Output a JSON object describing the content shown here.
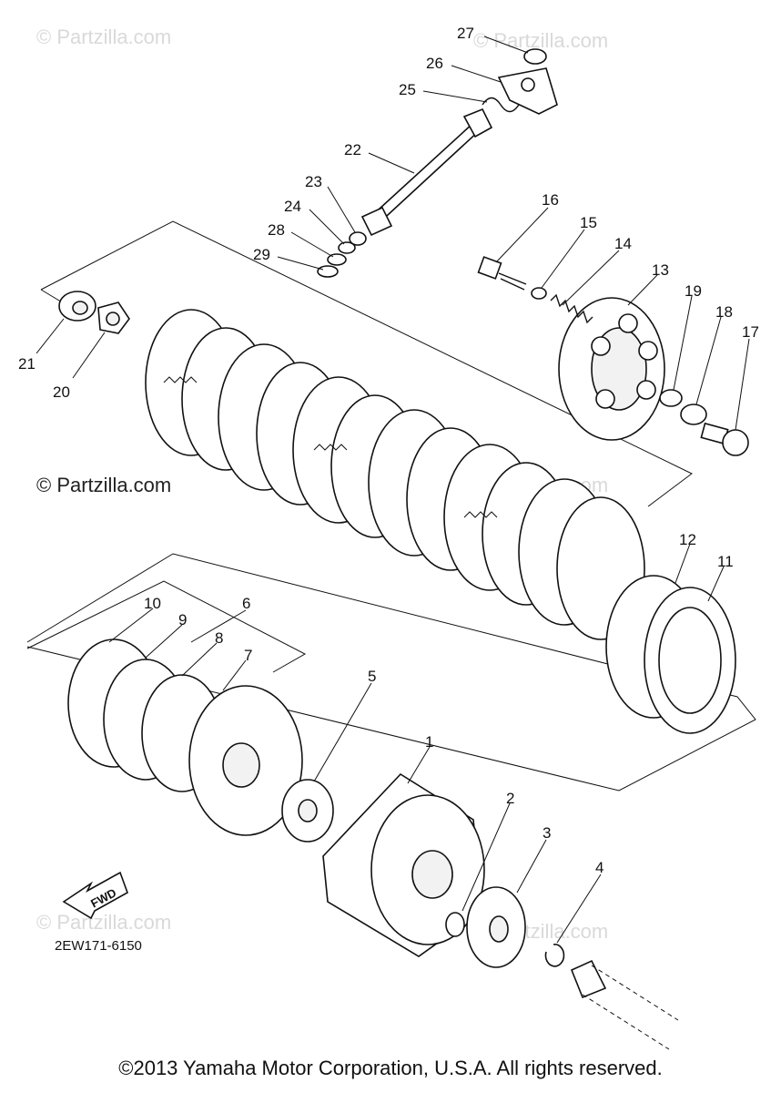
{
  "watermarks": {
    "faint": "© Partzilla.com",
    "primary": "© Partzilla.com"
  },
  "diagram": {
    "code": "2EW171-6150",
    "fwd_label": "FWD",
    "callouts": {
      "c1": "1",
      "c2": "2",
      "c3": "3",
      "c4": "4",
      "c5": "5",
      "c6": "6",
      "c7": "7",
      "c8": "8",
      "c9": "9",
      "c10": "10",
      "c11": "11",
      "c12": "12",
      "c13": "13",
      "c14": "14",
      "c15": "15",
      "c16": "16",
      "c17": "17",
      "c18": "18",
      "c19": "19",
      "c20": "20",
      "c21": "21",
      "c22": "22",
      "c23": "23",
      "c24": "24",
      "c25": "25",
      "c26": "26",
      "c27": "27",
      "c28": "28",
      "c29": "29"
    }
  },
  "copyright": "©2013 Yamaha Motor Corporation, U.S.A. All rights reserved."
}
